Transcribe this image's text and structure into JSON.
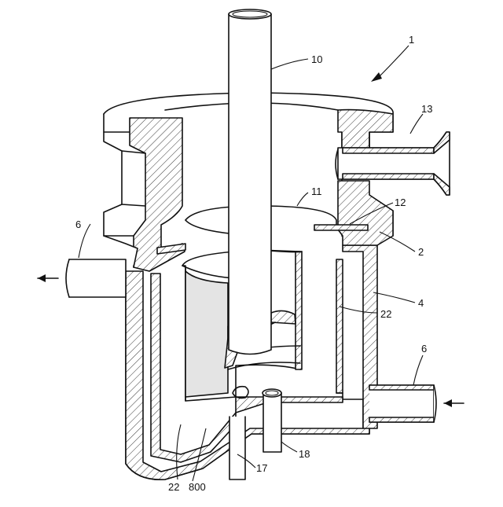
{
  "figure": {
    "labels": {
      "device": "1",
      "flange": "2",
      "jacket": "4",
      "pipe_left": "6",
      "pipe_right": "6",
      "shaft": "10",
      "cup_rim": "11",
      "plate": "12",
      "nozzle": "13",
      "outlet_pipe": "17",
      "inlet_pipe": "18",
      "wall_right": "22",
      "wall_bottom": "22",
      "impeller": "800"
    },
    "flow_arrows": [
      "left-outflow",
      "right-inflow"
    ]
  }
}
